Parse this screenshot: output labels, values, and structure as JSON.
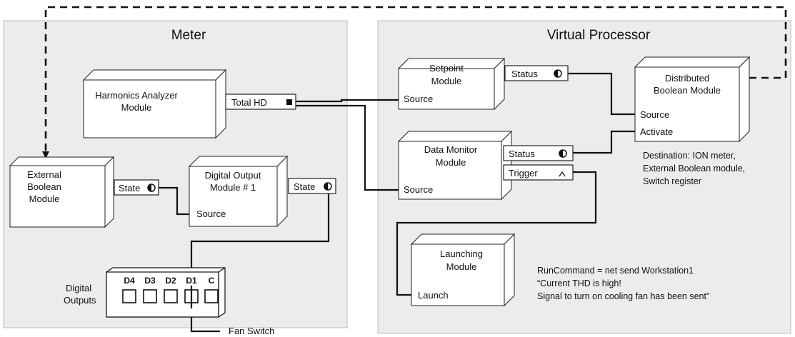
{
  "panels": {
    "meter_title": "Meter",
    "virtual_processor_title": "Virtual Processor"
  },
  "modules": {
    "harmonics": {
      "line1": "Harmonics Analyzer",
      "line2": "Module",
      "port": "Total HD"
    },
    "external_boolean": {
      "line1": "External",
      "line2": "Boolean",
      "line3": "Module",
      "port": "State"
    },
    "digital_output": {
      "line1": "Digital Output",
      "line2": "Module # 1",
      "input": "Source",
      "port": "State"
    },
    "setpoint": {
      "line1": "Setpoint",
      "line2": "Module",
      "input": "Source",
      "port": "Status"
    },
    "data_monitor": {
      "line1": "Data Monitor",
      "line2": "Module",
      "input": "Source",
      "port_status": "Status",
      "port_trigger": "Trigger"
    },
    "distributed_boolean": {
      "line1": "Distributed",
      "line2": "Boolean Module",
      "input_source": "Source",
      "input_activate": "Activate"
    },
    "launching": {
      "line1": "Launching",
      "line2": "Module",
      "input": "Launch"
    }
  },
  "digital_outputs": {
    "label_line1": "Digital",
    "label_line2": "Outputs",
    "channels": [
      "D4",
      "D3",
      "D2",
      "D1",
      "C"
    ]
  },
  "fan_switch": "Fan Switch",
  "destination_note": {
    "line1": "Destination: ION meter,",
    "line2": "External Boolean module,",
    "line3": "Switch register"
  },
  "run_command_note": {
    "line1": "RunCommand = net send Workstation1",
    "line2": "“Current THD is high!",
    "line3": "Signal to turn on cooling fan has been sent”"
  },
  "icons": {
    "total_hd": "filled-square-icon",
    "state": "half-circle-icon",
    "status": "half-circle-icon",
    "trigger": "pulse-icon"
  }
}
